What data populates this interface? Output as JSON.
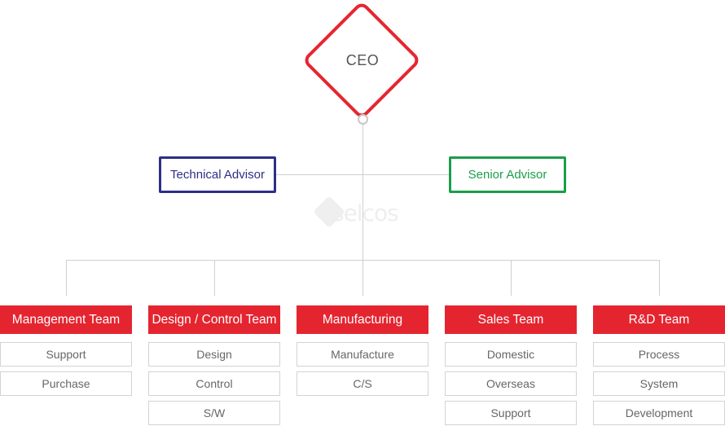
{
  "ceo": {
    "label": "CEO",
    "color": "#e52631"
  },
  "advisors": {
    "technical": {
      "label": "Technical Advisor",
      "color": "#2e2f86"
    },
    "senior": {
      "label": "Senior Advisor",
      "color": "#1b9e4b"
    }
  },
  "watermark": {
    "text": "selcos"
  },
  "teams": [
    {
      "name": "Management Team",
      "units": [
        "Support",
        "Purchase"
      ]
    },
    {
      "name": "Design / Control Team",
      "units": [
        "Design",
        "Control",
        "S/W"
      ]
    },
    {
      "name": "Manufacturing",
      "units": [
        "Manufacture",
        "C/S"
      ]
    },
    {
      "name": "Sales Team",
      "units": [
        "Domestic",
        "Overseas",
        "Support"
      ]
    },
    {
      "name": "R&D Team",
      "units": [
        "Process",
        "System",
        "Development"
      ]
    }
  ],
  "colors": {
    "team_header": "#e42530",
    "connector": "#cfcfcf"
  }
}
